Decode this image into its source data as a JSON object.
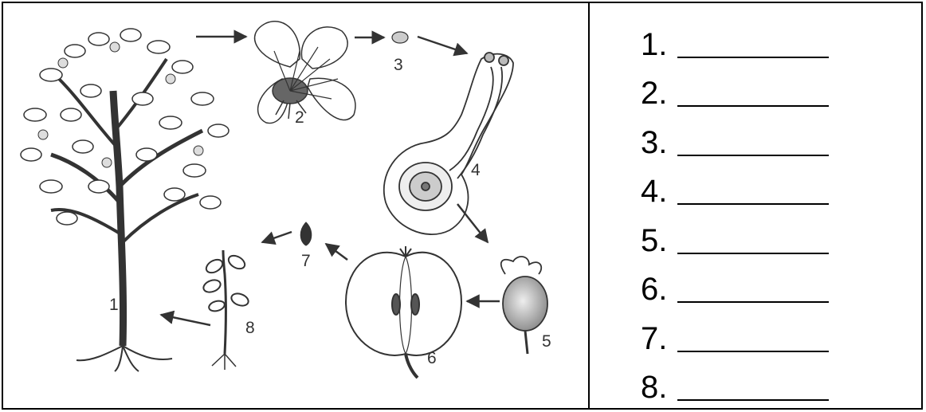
{
  "diagram": {
    "stage_labels": [
      "1",
      "2",
      "3",
      "4",
      "5",
      "6",
      "7",
      "8"
    ]
  },
  "answers": {
    "numbers": [
      "1.",
      "2.",
      "3.",
      "4.",
      "5.",
      "6.",
      "7.",
      "8."
    ]
  },
  "colors": {
    "ink": "#333333",
    "border": "#000000",
    "background": "#ffffff"
  }
}
